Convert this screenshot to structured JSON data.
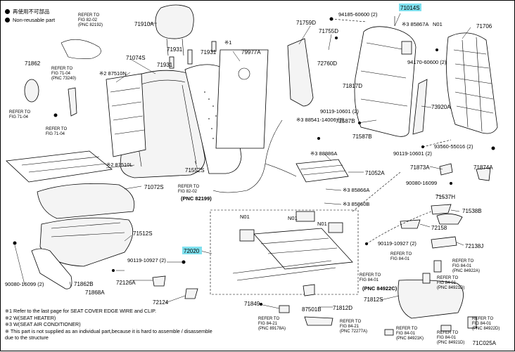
{
  "legend": {
    "jp_text": "再使用不可部品",
    "en_text": "Non-reusable part"
  },
  "notes": [
    "※1  Refer to the last page for SEAT COVER EDGE WIRE and CLIP.",
    "※2  W(SEAT HEATER)",
    "※3  W(SEAT AIR CONDITIONER)",
    "※   This part is not supplied as an individual part,because it is hard to assemble / disassemble",
    "     due to the structure"
  ],
  "figure_code": "71C025A",
  "part_labels": {
    "p71910A": "71910A",
    "p71014S": "71014S",
    "p71706": "71706",
    "p71759D": "71759D",
    "p71755D": "71755D",
    "p94185": "94185-60600 (2)",
    "p85867A": "※3 85867A",
    "pN01a": "N01",
    "p94170": "94170-60600 (2)",
    "p71931a": "71931",
    "p71931b": "71931",
    "p71931c": "71931",
    "pStar1": "※1",
    "p79977A": "79977A",
    "p71074S": "71074S",
    "p87510N": "※2 87510N",
    "p72760D": "72760D",
    "p71862": "71862",
    "p71817D": "71817D",
    "p90119a": "90119-10601 (2)",
    "p71587B": "71587B",
    "p73920A": "73920A",
    "p88541": "※3 88541-14006 (2)",
    "p71587Bb": "71587B",
    "p93560": "93560-55016 (2)",
    "p90119b": "90119-10601 (2)",
    "p88886A": "※3 88886A",
    "p87510L": "※2 87510L",
    "p71552S": "71552S",
    "p71052A": "71052A",
    "p71873A": "71873A",
    "p71874A": "71874A",
    "p71072S": "71072S",
    "p90080": "90080-16099",
    "p71537H": "71537H",
    "p85866A": "※3 85866A",
    "p85860B": "※3 85860B",
    "p71538B": "71538B",
    "pN01b": "N01",
    "pN01c": "N01",
    "pN01d": "N01",
    "p71512S": "71512S",
    "p72158": "72158",
    "p90119c": "90119-10927 (2)",
    "p72138J": "72138J",
    "p72020": "72020",
    "p90119d": "90119-10927 (2)",
    "p90080b": "90080-16099 (2)",
    "p72126A": "72126A",
    "p71868A": "71868A",
    "p71862B": "71862B",
    "p72124": "72124",
    "p71849": "71849",
    "p87501B": "87501B",
    "p71812D": "71812D",
    "p71812S": "71812S"
  },
  "refs": {
    "r1": [
      "REFER TO",
      "FIG 82-02",
      "(PNC 82192)"
    ],
    "r2": [
      "REFER TO",
      "FIG 71-04",
      "(PNC 73240)"
    ],
    "r3": [
      "REFER TO",
      "FIG 71-04"
    ],
    "r4": [
      "REFER TO",
      "FIG 71-04"
    ],
    "r5": [
      "REFER TO",
      "FIG 82-02"
    ],
    "r5pnc": "(PNC 82199)",
    "r6": [
      "REFER TO",
      "FIG 84-01"
    ],
    "r7": [
      "REFER TO",
      "FIG 84-01",
      "(PNC 84922A)"
    ],
    "r8": [
      "REFER TO",
      "FIG 84-01"
    ],
    "r8pnc": "(PNC 84922C)",
    "r9": [
      "REFER TO",
      "FIG 84-01",
      "(PNC 84921D)"
    ],
    "r10": [
      "REFER TO",
      "FIG 84-01",
      "(PNC 84922D)"
    ],
    "r11": [
      "REFER TO",
      "FIG 84-21",
      "(PNC 89178A)"
    ],
    "r12": [
      "REFER TO",
      "FIG 84-21",
      "(PNC 72277A)"
    ],
    "r13": [
      "REFER TO",
      "FIG 84-01",
      "(PNC 84921K)"
    ],
    "r14": [
      "REFER TO",
      "FIG 84-01",
      "(PNC 84921D)"
    ]
  },
  "highlight_color": "#7fe0ee"
}
